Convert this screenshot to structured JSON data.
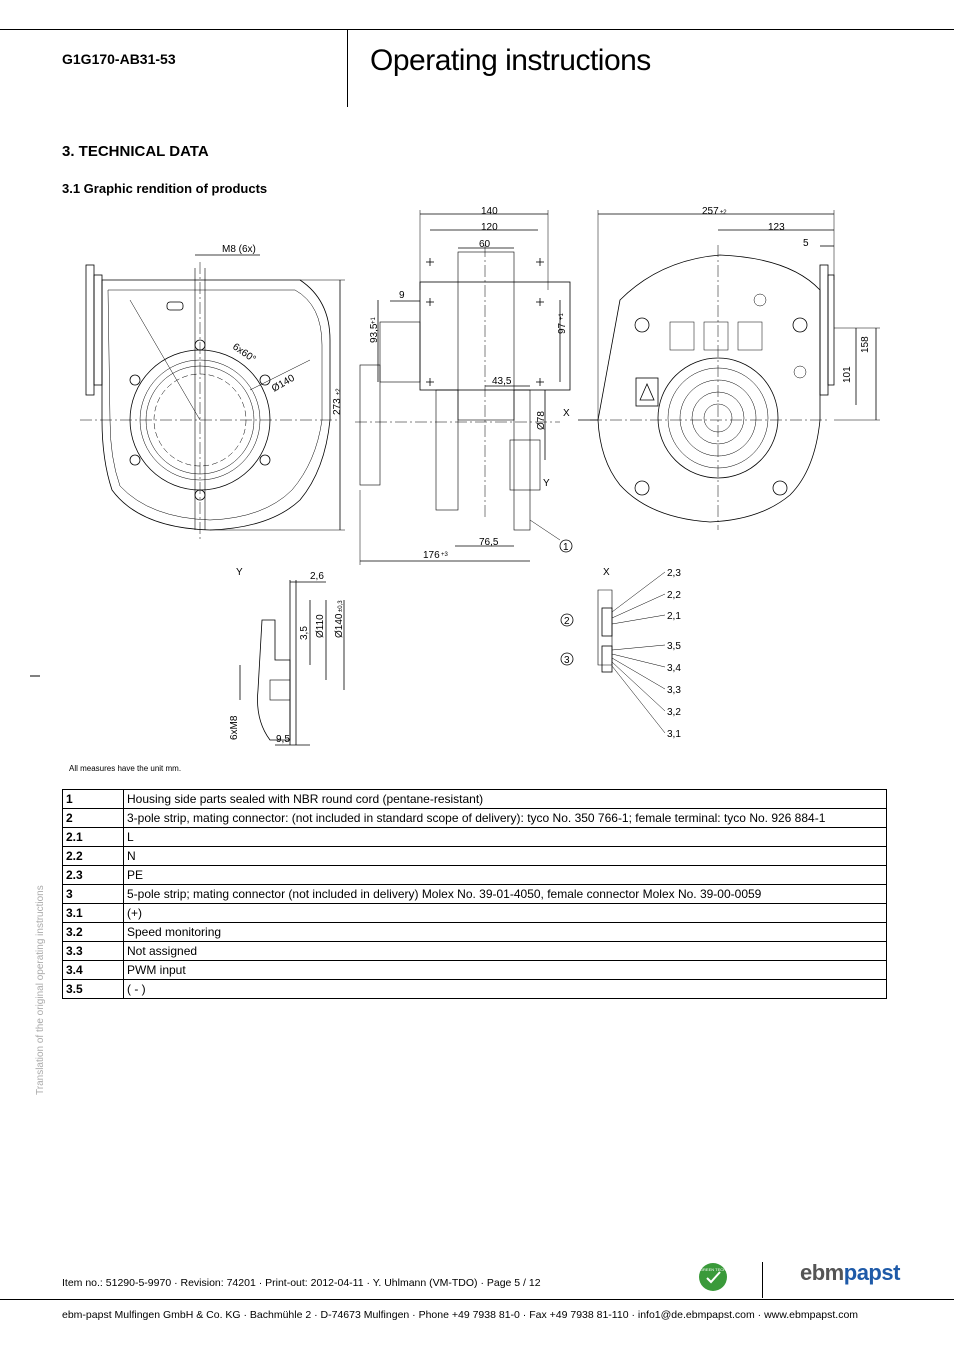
{
  "header": {
    "product_code": "G1G170-AB31-53",
    "title": "Operating instructions"
  },
  "section": {
    "heading": "3. TECHNICAL DATA",
    "subheading": "3.1 Graphic rendition of products"
  },
  "drawing_labels": {
    "m8": "M8 (6x)",
    "angle": "6x60°",
    "d140": "Ø140",
    "h273": "273",
    "h273_tol": "±2",
    "sq140": "140",
    "sq120": "120",
    "w60": "60",
    "w9": "9",
    "h93": "93,5",
    "h93_tol": "+1",
    "h97": "97",
    "h97_tol": "+1",
    "w43": "43,5",
    "d78": "Ø78",
    "x_mark": "X",
    "y_mark": "Y",
    "w76": "76,5",
    "w176": "176",
    "w176_tol": "+3",
    "w257": "257",
    "w257_tol": "±2",
    "w123": "123",
    "w5": "5",
    "h158": "158",
    "h101": "101",
    "callout1": "1",
    "callout2": "2",
    "callout3": "3",
    "y_w26": "2,6",
    "y_h35": "3,5",
    "y_d110": "Ø110",
    "y_d140": "Ø140",
    "y_d140_tol": "±0,3",
    "y_6xm8": "6xM8",
    "y_w95": "9,5",
    "pins": [
      "2,3",
      "2,2",
      "2,1",
      "3,5",
      "3,4",
      "3,3",
      "3,2",
      "3,1"
    ]
  },
  "measure_note": "All measures have the unit mm.",
  "legend": [
    {
      "num": "1",
      "text": "Housing side parts sealed with NBR round cord (pentane-resistant)"
    },
    {
      "num": "2",
      "text": "3-pole strip, mating connector: (not included in standard scope of delivery): tyco No. 350 766-1; female terminal: tyco No. 926 884-1"
    },
    {
      "num": "2.1",
      "text": "L"
    },
    {
      "num": "2.2",
      "text": "N"
    },
    {
      "num": "2.3",
      "text": "PE"
    },
    {
      "num": "3",
      "text": "5-pole strip; mating connector (not included in delivery) Molex No. 39-01-4050, female connector Molex No. 39-00-0059"
    },
    {
      "num": "3.1",
      "text": "(+)"
    },
    {
      "num": "3.2",
      "text": "Speed monitoring"
    },
    {
      "num": "3.3",
      "text": "Not assigned"
    },
    {
      "num": "3.4",
      "text": "PWM input"
    },
    {
      "num": "3.5",
      "text": "( - )"
    }
  ],
  "side_note": "Translation of the original operating instructions",
  "footer": {
    "page_meta": "Item no.: 51290-5-9970 · Revision: 74201 · Print-out: 2012-04-11 · Y. Uhlmann (VM-TDO) · Page 5 / 12",
    "address": "ebm-papst Mulfingen GmbH & Co. KG · Bachmühle 2 · D-74673 Mulfingen · Phone +49 7938 81-0 · Fax +49 7938 81-110 · info1@de.ebmpapst.com · www.ebmpapst.com",
    "badge_text": "GREEN TECH",
    "logo_part1": "ebm",
    "logo_part2": "papst"
  }
}
